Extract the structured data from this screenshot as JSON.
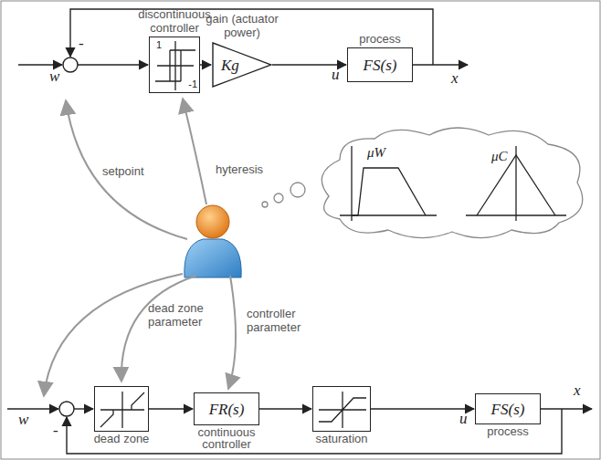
{
  "diagram": {
    "nodes": [
      {
        "text": [
          "discontinuous controller",
          "1",
          "-1"
        ]
      },
      {
        "text": [
          "gain (actuator power)",
          "Kg"
        ]
      },
      {
        "text": [
          "process",
          "FS(s)"
        ]
      },
      {
        "text": [
          "dead zone"
        ]
      },
      {
        "text": [
          "FR(s)",
          "continuous controller"
        ]
      },
      {
        "text": [
          "saturation"
        ]
      },
      {
        "text": [
          "FS(s)",
          "process"
        ]
      }
    ],
    "edges": [
      {
        "from": 0,
        "to": 1,
        "arrow": "to"
      },
      {
        "from": 1,
        "to": 2,
        "label": "u",
        "arrow": "to"
      },
      {
        "from": 3,
        "to": 4,
        "arrow": "to"
      },
      {
        "from": 4,
        "to": 5,
        "arrow": "to"
      },
      {
        "from": 5,
        "to": 6,
        "label": "u",
        "arrow": "to"
      }
    ],
    "labels": [
      "w",
      "-",
      "x",
      "setpoint",
      "hyteresis",
      "μW",
      "μC",
      "dead zone parameter",
      "controller parameter",
      "w",
      "-",
      "x"
    ]
  }
}
